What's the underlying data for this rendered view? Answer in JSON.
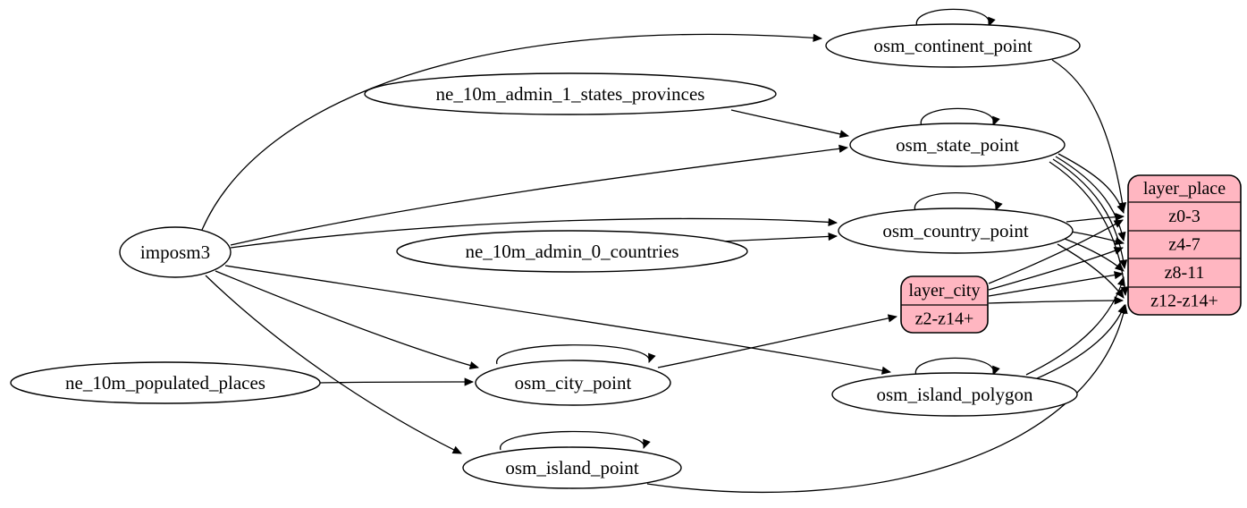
{
  "diagram": {
    "colors": {
      "background": "#ffffff",
      "node_fill": "#ffffff",
      "record_fill": "#ffb6c1",
      "stroke": "#000000",
      "text": "#000000"
    },
    "nodes": [
      {
        "id": "imposm3",
        "label": "imposm3"
      },
      {
        "id": "ne_10m_admin_1_states_provinces",
        "label": "ne_10m_admin_1_states_provinces"
      },
      {
        "id": "ne_10m_admin_0_countries",
        "label": "ne_10m_admin_0_countries"
      },
      {
        "id": "ne_10m_populated_places",
        "label": "ne_10m_populated_places"
      },
      {
        "id": "osm_continent_point",
        "label": "osm_continent_point"
      },
      {
        "id": "osm_state_point",
        "label": "osm_state_point"
      },
      {
        "id": "osm_country_point",
        "label": "osm_country_point"
      },
      {
        "id": "osm_city_point",
        "label": "osm_city_point"
      },
      {
        "id": "osm_island_polygon",
        "label": "osm_island_polygon"
      },
      {
        "id": "osm_island_point",
        "label": "osm_island_point"
      }
    ],
    "records": [
      {
        "id": "layer_place",
        "title": "layer_place",
        "rows": [
          "z0-3",
          "z4-7",
          "z8-11",
          "z12-z14+"
        ]
      },
      {
        "id": "layer_city",
        "title": "layer_city",
        "rows": [
          "z2-z14+"
        ]
      }
    ],
    "edges": [
      {
        "from": "imposm3",
        "to": "osm_continent_point"
      },
      {
        "from": "imposm3",
        "to": "osm_state_point"
      },
      {
        "from": "imposm3",
        "to": "osm_country_point"
      },
      {
        "from": "imposm3",
        "to": "osm_city_point"
      },
      {
        "from": "imposm3",
        "to": "osm_island_polygon"
      },
      {
        "from": "imposm3",
        "to": "osm_island_point"
      },
      {
        "from": "ne_10m_admin_1_states_provinces",
        "to": "osm_state_point"
      },
      {
        "from": "ne_10m_admin_0_countries",
        "to": "osm_country_point"
      },
      {
        "from": "ne_10m_populated_places",
        "to": "osm_city_point"
      },
      {
        "from": "osm_continent_point",
        "to": "osm_continent_point"
      },
      {
        "from": "osm_state_point",
        "to": "osm_state_point"
      },
      {
        "from": "osm_country_point",
        "to": "osm_country_point"
      },
      {
        "from": "osm_city_point",
        "to": "osm_city_point"
      },
      {
        "from": "osm_island_polygon",
        "to": "osm_island_polygon"
      },
      {
        "from": "osm_island_point",
        "to": "osm_island_point"
      },
      {
        "from": "osm_city_point",
        "to": "layer_city",
        "port": "z2-z14+"
      },
      {
        "from": "osm_continent_point",
        "to": "layer_place",
        "port": "z0-3"
      },
      {
        "from": "osm_country_point",
        "to": "layer_place",
        "port": "z0-3"
      },
      {
        "from": "osm_country_point",
        "to": "layer_place",
        "port": "z4-7"
      },
      {
        "from": "osm_country_point",
        "to": "layer_place",
        "port": "z8-11"
      },
      {
        "from": "osm_country_point",
        "to": "layer_place",
        "port": "z12-z14+"
      },
      {
        "from": "osm_state_point",
        "to": "layer_place",
        "port": "z0-3"
      },
      {
        "from": "osm_state_point",
        "to": "layer_place",
        "port": "z4-7"
      },
      {
        "from": "osm_state_point",
        "to": "layer_place",
        "port": "z8-11"
      },
      {
        "from": "osm_state_point",
        "to": "layer_place",
        "port": "z12-z14+"
      },
      {
        "from": "layer_city",
        "to": "layer_place",
        "port": "z0-3"
      },
      {
        "from": "layer_city",
        "to": "layer_place",
        "port": "z4-7"
      },
      {
        "from": "layer_city",
        "to": "layer_place",
        "port": "z8-11"
      },
      {
        "from": "layer_city",
        "to": "layer_place",
        "port": "z12-z14+"
      },
      {
        "from": "osm_island_polygon",
        "to": "layer_place",
        "port": "z8-11"
      },
      {
        "from": "osm_island_polygon",
        "to": "layer_place",
        "port": "z12-z14+"
      },
      {
        "from": "osm_island_point",
        "to": "layer_place",
        "port": "z12-z14+"
      }
    ]
  }
}
